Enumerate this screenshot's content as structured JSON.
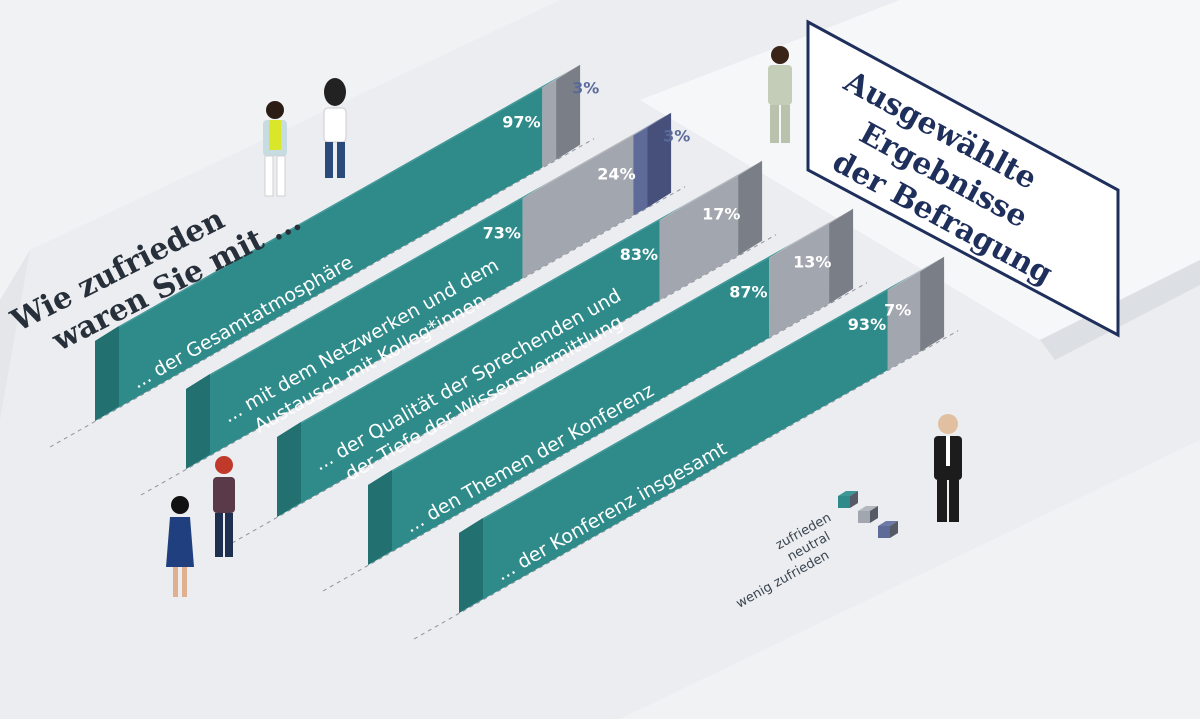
{
  "question": [
    "Wie zufrieden",
    "waren Sie mit ..."
  ],
  "title": [
    "Ausgewählte",
    "Ergebnisse",
    "der Befragung"
  ],
  "colors": {
    "zufrieden": "#2f8a8a",
    "zufrieden_top": "#3d9797",
    "zufrieden_side": "#256b6b",
    "neutral": "#a2a6ae",
    "neutral_side": "#7a7e86",
    "wenig": "#5e6b98",
    "wenig_side": "#46507a",
    "title": "#1f2f5c"
  },
  "chart_data": {
    "type": "bar",
    "orientation": "stacked-horizontal-3d",
    "title": "Ausgewählte Ergebnisse der Befragung",
    "question": "Wie zufrieden waren Sie mit ...",
    "categories": [
      [
        "... der Gesamtatmosphäre"
      ],
      [
        "... mit dem Netzwerken und dem",
        "Austausch mit Kolleg*innen"
      ],
      [
        "... der Qualität der Sprechenden und",
        "der Tiefe der Wissensvermittlung"
      ],
      [
        "... den Themen der Konferenz"
      ],
      [
        "... der Konferenz insgesamt"
      ]
    ],
    "series": [
      {
        "name": "zufrieden",
        "values": [
          97,
          73,
          83,
          87,
          93
        ]
      },
      {
        "name": "neutral",
        "values": [
          3,
          24,
          17,
          13,
          7
        ]
      },
      {
        "name": "wenig zufrieden",
        "values": [
          0,
          3,
          0,
          0,
          0
        ]
      }
    ],
    "value_labels": {
      "zufrieden": [
        "97%",
        "73%",
        "83%",
        "87%",
        "93%"
      ],
      "neutral": [
        "3%",
        "24%",
        "17%",
        "13%",
        "7%"
      ],
      "wenig zufrieden": [
        "",
        "3%",
        "",
        "",
        ""
      ]
    },
    "legend": [
      "zufrieden",
      "neutral",
      "wenig zufrieden"
    ],
    "legend_position": "bottom-right"
  }
}
